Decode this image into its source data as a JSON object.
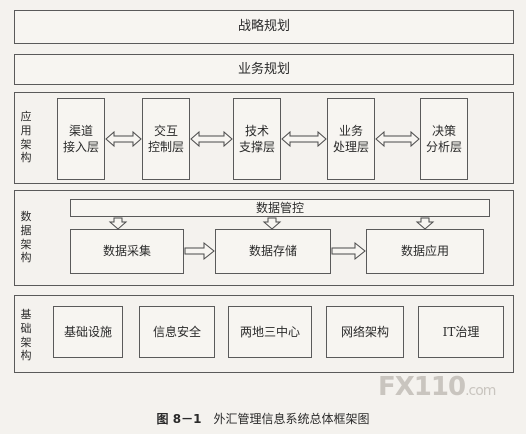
{
  "strategy": "战略规划",
  "business": "业务规划",
  "application": {
    "label": "应用架构",
    "layers": [
      "渠道\n接入层",
      "交互\n控制层",
      "技术\n支撑层",
      "业务\n处理层",
      "决策\n分析层"
    ]
  },
  "data_arch": {
    "label": "数据架构",
    "control": "数据管控",
    "items": [
      "数据采集",
      "数据存储",
      "数据应用"
    ]
  },
  "foundation": {
    "label": "基础架构",
    "items": [
      "基础设施",
      "信息安全",
      "两地三中心",
      "网络架构",
      "IT治理"
    ]
  },
  "caption": {
    "number": "图 8－1",
    "title": "外汇管理信息系统总体框架图"
  },
  "watermark": {
    "main": "FX110",
    "suffix": ".com"
  }
}
